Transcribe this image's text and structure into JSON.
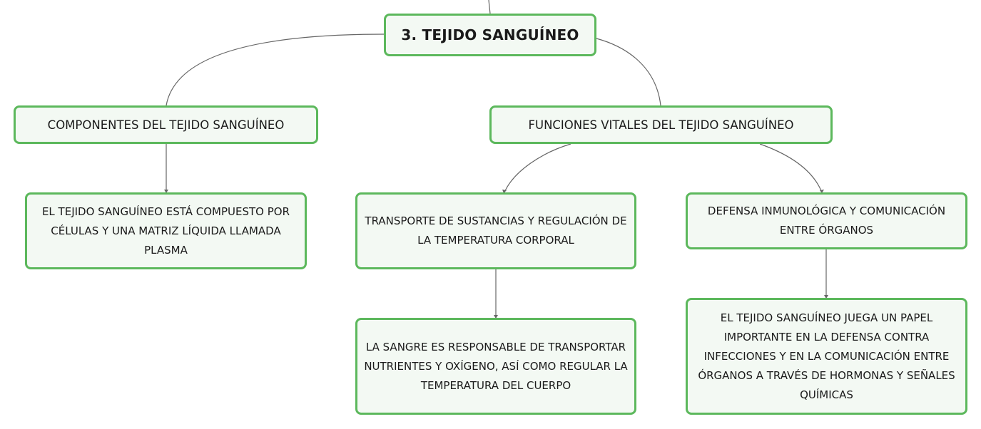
{
  "diagram": {
    "root": {
      "label": "3. TEJIDO SANGUÍNEO"
    },
    "components": {
      "label": "COMPONENTES DEL TEJIDO SANGUÍNEO",
      "detail": "EL TEJIDO SANGUÍNEO ESTÁ COMPUESTO POR CÉLULAS Y UNA MATRIZ LÍQUIDA LLAMADA PLASMA"
    },
    "functions": {
      "label": "FUNCIONES VITALES DEL TEJIDO SANGUÍNEO",
      "transport": {
        "label": "TRANSPORTE DE SUSTANCIAS Y REGULACIÓN DE LA TEMPERATURA CORPORAL",
        "detail": "LA SANGRE ES RESPONSABLE DE TRANSPORTAR NUTRIENTES Y OXÍGENO, ASÍ COMO REGULAR LA TEMPERATURA DEL CUERPO"
      },
      "defense": {
        "label": "DEFENSA INMUNOLÓGICA Y COMUNICACIÓN ENTRE ÓRGANOS",
        "detail": "EL TEJIDO SANGUÍNEO JUEGA UN PAPEL IMPORTANTE EN LA DEFENSA CONTRA INFECCIONES Y EN LA COMUNICACIÓN ENTRE ÓRGANOS A TRAVÉS DE HORMONAS Y SEÑALES QUÍMICAS"
      }
    },
    "colors": {
      "node_border": "#5cb85c",
      "node_fill": "#f3f9f3",
      "connector": "#666666",
      "text": "#1a1a1a"
    }
  }
}
